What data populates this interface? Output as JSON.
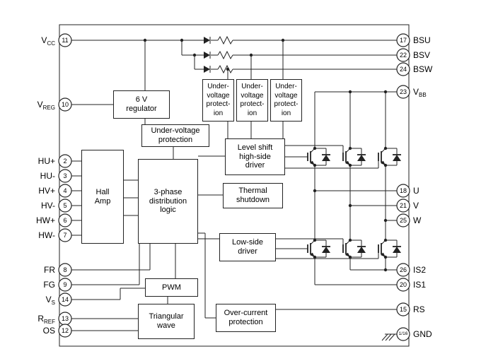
{
  "diagram": {
    "background": "#ffffff",
    "line_color": "#222222"
  },
  "pins_left": [
    {
      "main": "V",
      "sub": "CC",
      "num": "11"
    },
    {
      "main": "V",
      "sub": "REG",
      "num": "10"
    },
    {
      "main": "HU+",
      "sub": "",
      "num": "2"
    },
    {
      "main": "HU-",
      "sub": "",
      "num": "3"
    },
    {
      "main": "HV+",
      "sub": "",
      "num": "4"
    },
    {
      "main": "HV-",
      "sub": "",
      "num": "5"
    },
    {
      "main": "HW+",
      "sub": "",
      "num": "6"
    },
    {
      "main": "HW-",
      "sub": "",
      "num": "7"
    },
    {
      "main": "FR",
      "sub": "",
      "num": "8"
    },
    {
      "main": "FG",
      "sub": "",
      "num": "9"
    },
    {
      "main": "V",
      "sub": "S",
      "num": "14"
    },
    {
      "main": "R",
      "sub": "REF",
      "num": "13"
    },
    {
      "main": "OS",
      "sub": "",
      "num": "12"
    }
  ],
  "pins_right": [
    {
      "main": "BSU",
      "sub": "",
      "num": "17"
    },
    {
      "main": "BSV",
      "sub": "",
      "num": "22"
    },
    {
      "main": "BSW",
      "sub": "",
      "num": "24"
    },
    {
      "main": "V",
      "sub": "BB",
      "num": "23"
    },
    {
      "main": "U",
      "sub": "",
      "num": "18"
    },
    {
      "main": "V",
      "sub": "",
      "num": "21"
    },
    {
      "main": "W",
      "sub": "",
      "num": "25"
    },
    {
      "main": "IS2",
      "sub": "",
      "num": "26"
    },
    {
      "main": "IS1",
      "sub": "",
      "num": "20"
    },
    {
      "main": "RS",
      "sub": "",
      "num": "15"
    },
    {
      "main": "GND",
      "sub": "",
      "num": "1/16"
    }
  ],
  "blocks": {
    "regulator": [
      "6 V",
      "regulator"
    ],
    "uvp_top": [
      "Under-",
      "voltage",
      "protect-",
      "ion"
    ],
    "uvp_main": [
      "Under-voltage",
      "protection"
    ],
    "hall": [
      "Hall",
      "Amp"
    ],
    "logic": [
      "3-phase",
      "distribution",
      "logic"
    ],
    "level_shift": [
      "Level shift",
      "high-side",
      "driver"
    ],
    "thermal": [
      "Thermal",
      "shutdown"
    ],
    "low_side": [
      "Low-side",
      "driver"
    ],
    "pwm": [
      "PWM"
    ],
    "triangular": [
      "Triangular",
      "wave"
    ],
    "over_current": [
      "Over-current",
      "protection"
    ]
  }
}
